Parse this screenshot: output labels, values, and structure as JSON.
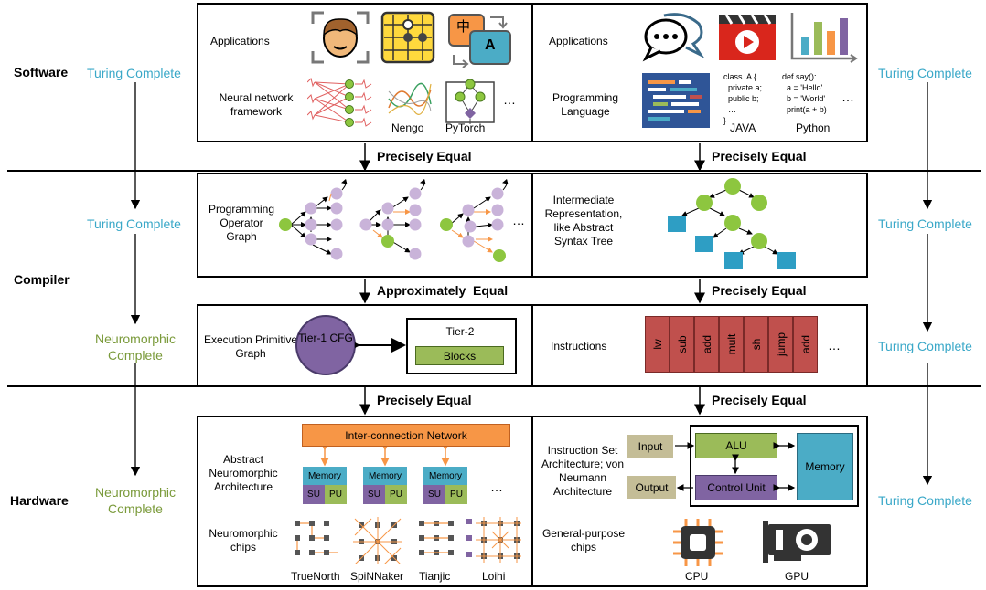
{
  "layers": {
    "software": "Software",
    "compiler": "Compiler",
    "hardware": "Hardware"
  },
  "left_status": {
    "software": "Turing Complete",
    "compiler": "Turing Complete",
    "compiler_neuro": "Neuromorphic Complete",
    "hardware": "Neuromorphic Complete"
  },
  "right_status": {
    "software": "Turing Complete",
    "compiler": "Turing Complete",
    "compiler_instr": "Turing Complete",
    "hardware": "Turing Complete"
  },
  "equalities": {
    "left_sw_comp": "Precisely Equal",
    "right_sw_comp": "Precisely Equal",
    "left_comp_mid": "Approximately  Equal",
    "right_comp_mid": "Precisely Equal",
    "left_comp_hw": "Precisely Equal",
    "right_comp_hw": "Precisely Equal"
  },
  "software_left": {
    "applications": "Applications",
    "framework": "Neural network framework",
    "nengo": "Nengo",
    "pytorch": "PyTorch",
    "more": "…",
    "app_text_zh": "中",
    "app_text_a": "A"
  },
  "software_right": {
    "applications": "Applications",
    "language": "Programming Language",
    "java_code": [
      "class  A {",
      "  private a;",
      "  public b;",
      "  …",
      "}"
    ],
    "java": "JAVA",
    "python_code": [
      "def say():",
      "  a = 'Hello'",
      "  b = 'World'",
      "  print(a + b)"
    ],
    "python": "Python",
    "more": "…"
  },
  "compiler_left": {
    "graph": "Programming Operator Graph",
    "more": "…",
    "execution": "Execution Primitive Graph",
    "tier1": "Tier-1 CFG",
    "tier2": "Tier-2",
    "blocks": "Blocks"
  },
  "compiler_right": {
    "ir": "Intermediate Representation, like Abstract Syntax Tree",
    "instructions": "Instructions",
    "instr_list": [
      "lw",
      "sub",
      "add",
      "mult",
      "sh",
      "jump",
      "add"
    ],
    "more": "…"
  },
  "hardware_left": {
    "arch": "Abstract Neuromorphic Architecture",
    "network": "Inter-connection Network",
    "memory": "Memory",
    "su": "SU",
    "pu": "PU",
    "more": "…",
    "chips": "Neuromorphic chips",
    "chip_names": [
      "TrueNorth",
      "SpiNNaker",
      "Tianjic",
      "Loihi"
    ]
  },
  "hardware_right": {
    "isa": "Instruction Set Architecture; von Neumann Architecture",
    "input": "Input",
    "output": "Output",
    "alu": "ALU",
    "control": "Control Unit",
    "memory": "Memory",
    "gp": "General-purpose chips",
    "cpu": "CPU",
    "gpu": "GPU"
  },
  "colors": {
    "teal": "#3aa8c8",
    "olive": "#7a9a3a",
    "green_node": "#8dc63f",
    "purple_node": "#c9b3d9",
    "ast_square": "#2e9ec4",
    "instr_red": "#c0504d",
    "network_orange": "#f79646",
    "memory_teal": "#4bacc6",
    "su_purple": "#8064a2",
    "pu_green": "#9bbb59",
    "tier1_purple": "#8064a2",
    "io_tan": "#c4bd97"
  }
}
